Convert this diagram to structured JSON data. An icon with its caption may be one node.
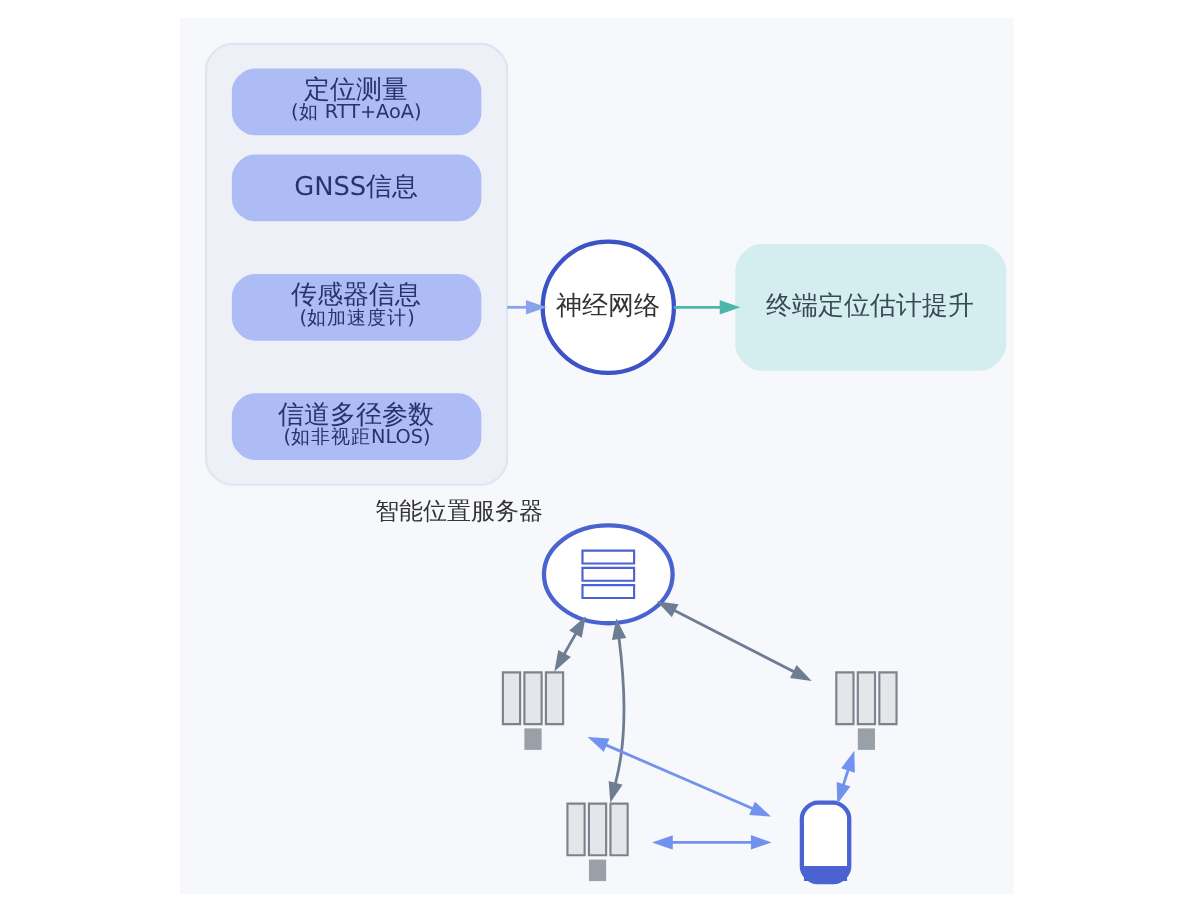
{
  "diagram": {
    "nodes": [
      {
        "text": [],
        "shape": "box"
      },
      {
        "text": [
          "定位测量",
          "(如 RTT+AoA)"
        ],
        "in": 0
      },
      {
        "text": [
          "GNSS信息"
        ],
        "in": 0
      },
      {
        "text": [
          "传感器信息",
          "(如加速度计)"
        ],
        "in": 0
      },
      {
        "text": [
          "信道多径参数",
          "(如非视距NLOS)"
        ],
        "in": 0
      },
      {
        "text": [
          "神经网络"
        ]
      },
      {
        "text": [
          "终端定位估计提升"
        ]
      },
      {
        "text": [],
        "shape": "cloud",
        "beside": [
          "智能位置服务器"
        ]
      },
      {
        "text": [],
        "shape": "picture"
      },
      {
        "text": [],
        "shape": "picture"
      },
      {
        "text": [],
        "shape": "picture"
      },
      {
        "text": [],
        "shape": "picture"
      }
    ],
    "edges": [
      {
        "from": 0,
        "to": 5,
        "arrow": "to",
        "color": "#8aa4ec"
      },
      {
        "from": 5,
        "to": 6,
        "arrow": "to",
        "color": "#4db6ac"
      },
      {
        "from": 7,
        "to": 8,
        "arrow": "both",
        "color": "#6f7d92"
      },
      {
        "from": 7,
        "to": 10,
        "arrow": "both",
        "color": "#6f7d92"
      },
      {
        "from": 7,
        "to": 9,
        "arrow": "both",
        "color": "#6f7d92"
      },
      {
        "from": 8,
        "to": 11,
        "arrow": "both",
        "color": "#7192ee"
      },
      {
        "from": 9,
        "to": 11,
        "arrow": "both",
        "color": "#7192ee"
      },
      {
        "from": 10,
        "to": 11,
        "arrow": "both",
        "color": "#7192ee"
      }
    ]
  }
}
